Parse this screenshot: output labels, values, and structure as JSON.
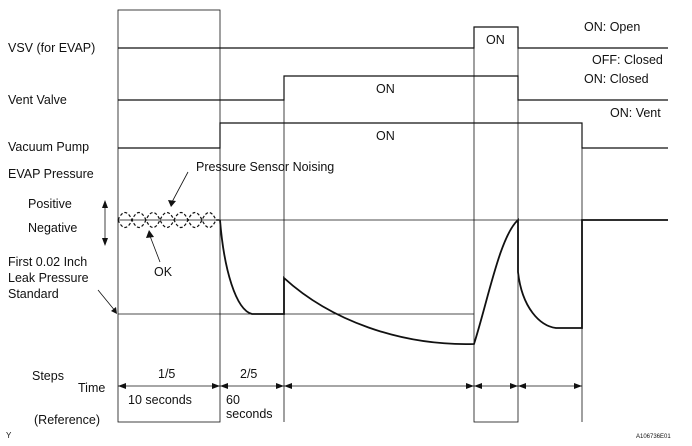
{
  "signals": {
    "vsv": {
      "label": "VSV (for EVAP)",
      "on_label": "ON",
      "state_on": "ON: Open",
      "state_off": "OFF: Closed"
    },
    "vent": {
      "label": "Vent Valve",
      "on_label": "ON",
      "state_on": "ON: Closed",
      "state_off": "ON: Vent"
    },
    "pump": {
      "label": "Vacuum Pump",
      "on_label": "ON"
    },
    "evap": {
      "label": "EVAP Pressure",
      "positive": "Positive",
      "negative": "Negative",
      "noise_note": "Pressure Sensor Noising",
      "ok_note": "OK",
      "leak_standard": [
        "First 0.02 Inch",
        "Leak Pressure",
        "Standard"
      ]
    }
  },
  "footer": {
    "steps_label": "Steps",
    "time_label": "Time",
    "reference_label": "(Reference)",
    "step_1": "1/5",
    "step_2": "2/5",
    "time_1": "10 seconds",
    "time_2": [
      "60",
      "seconds"
    ]
  },
  "corner_letter": "Y",
  "figure_id": "A106736E01"
}
